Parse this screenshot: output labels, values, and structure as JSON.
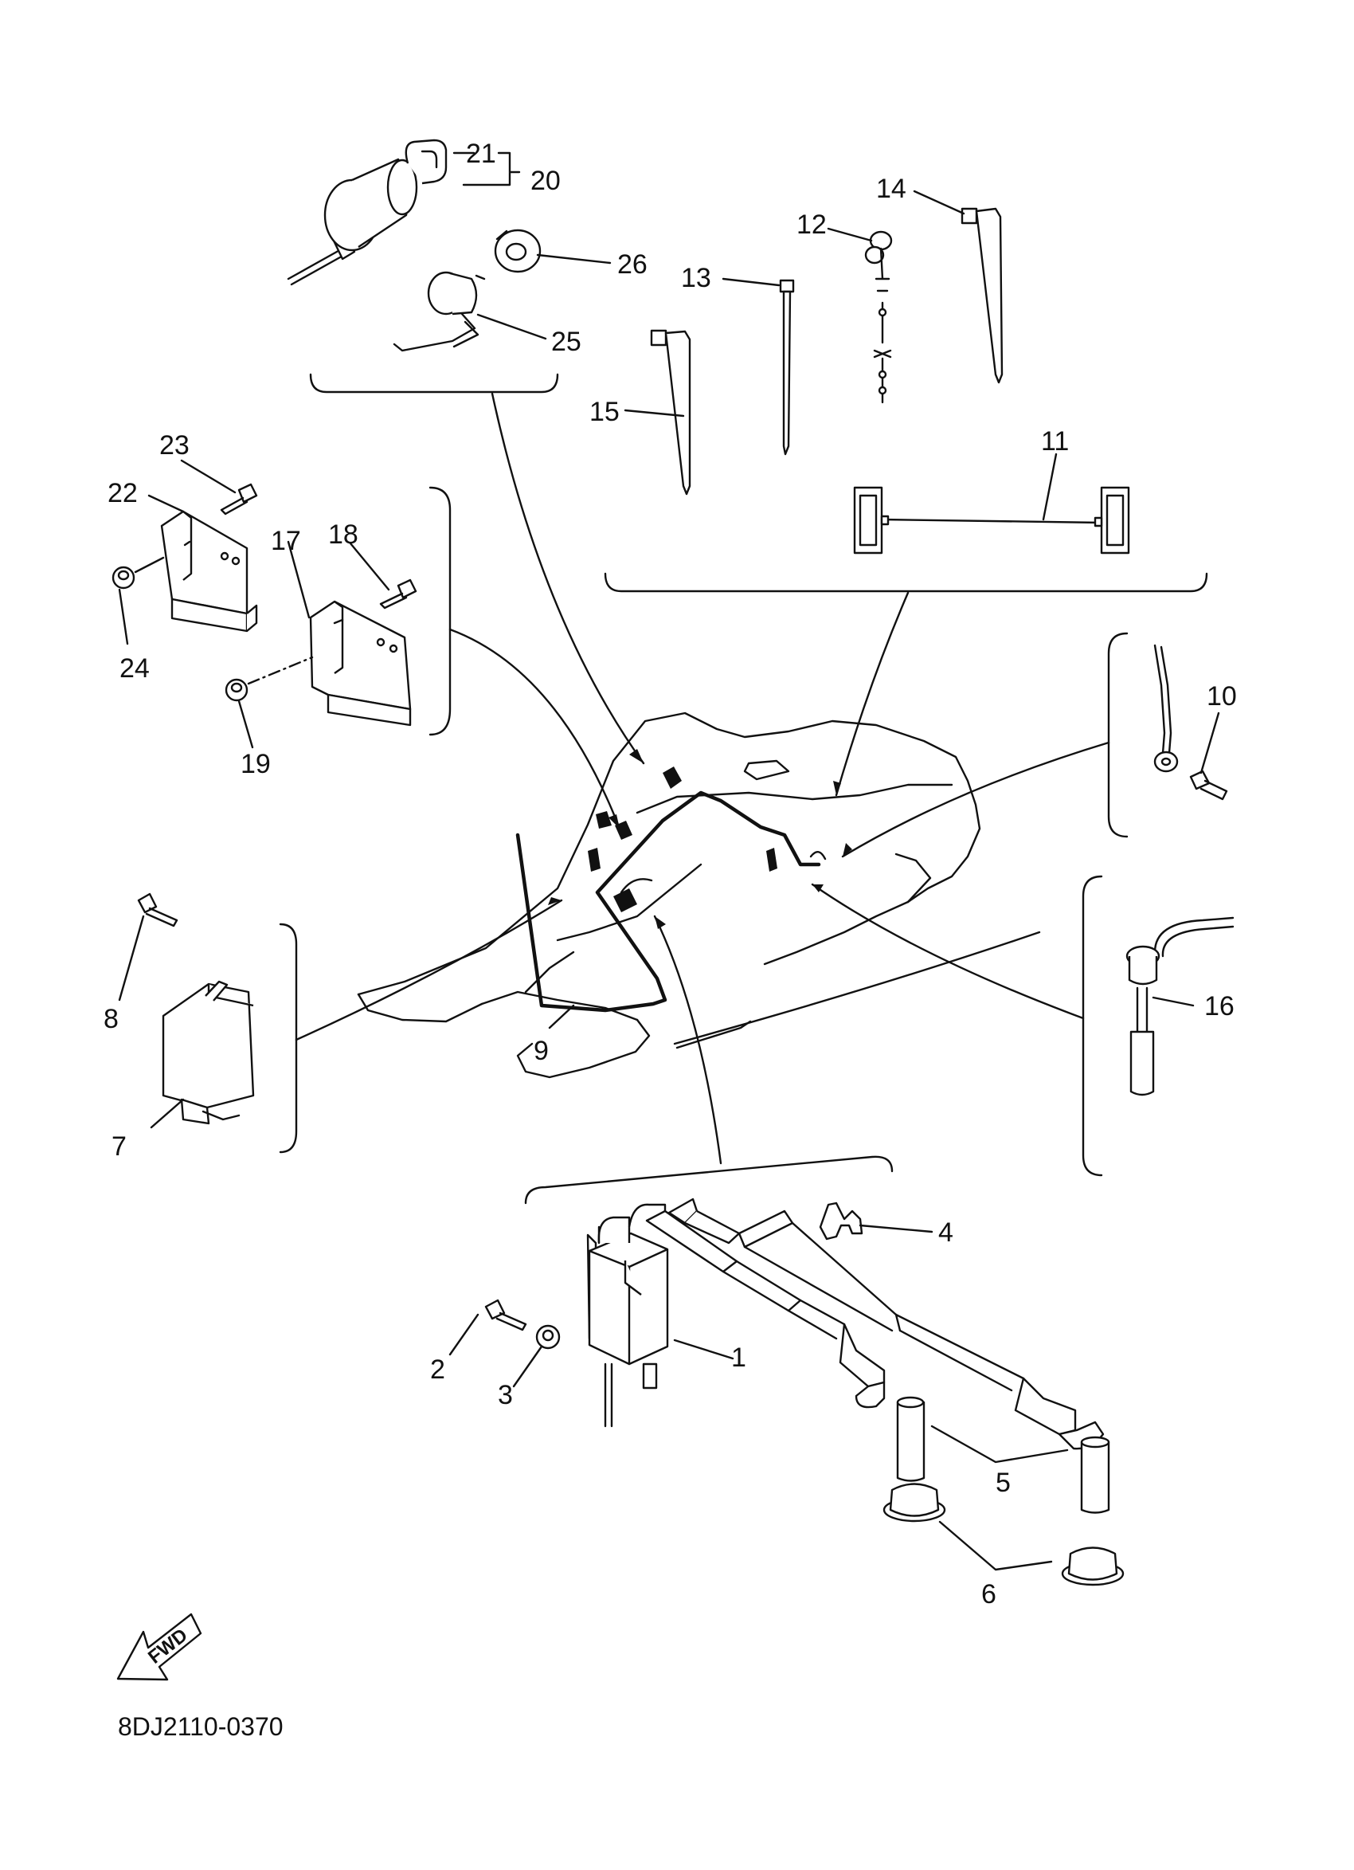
{
  "callouts": [
    "1",
    "2",
    "3",
    "4",
    "5",
    "6",
    "7",
    "8",
    "9",
    "10",
    "11",
    "12",
    "13",
    "14",
    "15",
    "16",
    "17",
    "18",
    "19",
    "20",
    "21",
    "22",
    "23",
    "24",
    "25",
    "26"
  ],
  "direction_label": "FWD",
  "drawing_code": "8DJ2110-0370"
}
